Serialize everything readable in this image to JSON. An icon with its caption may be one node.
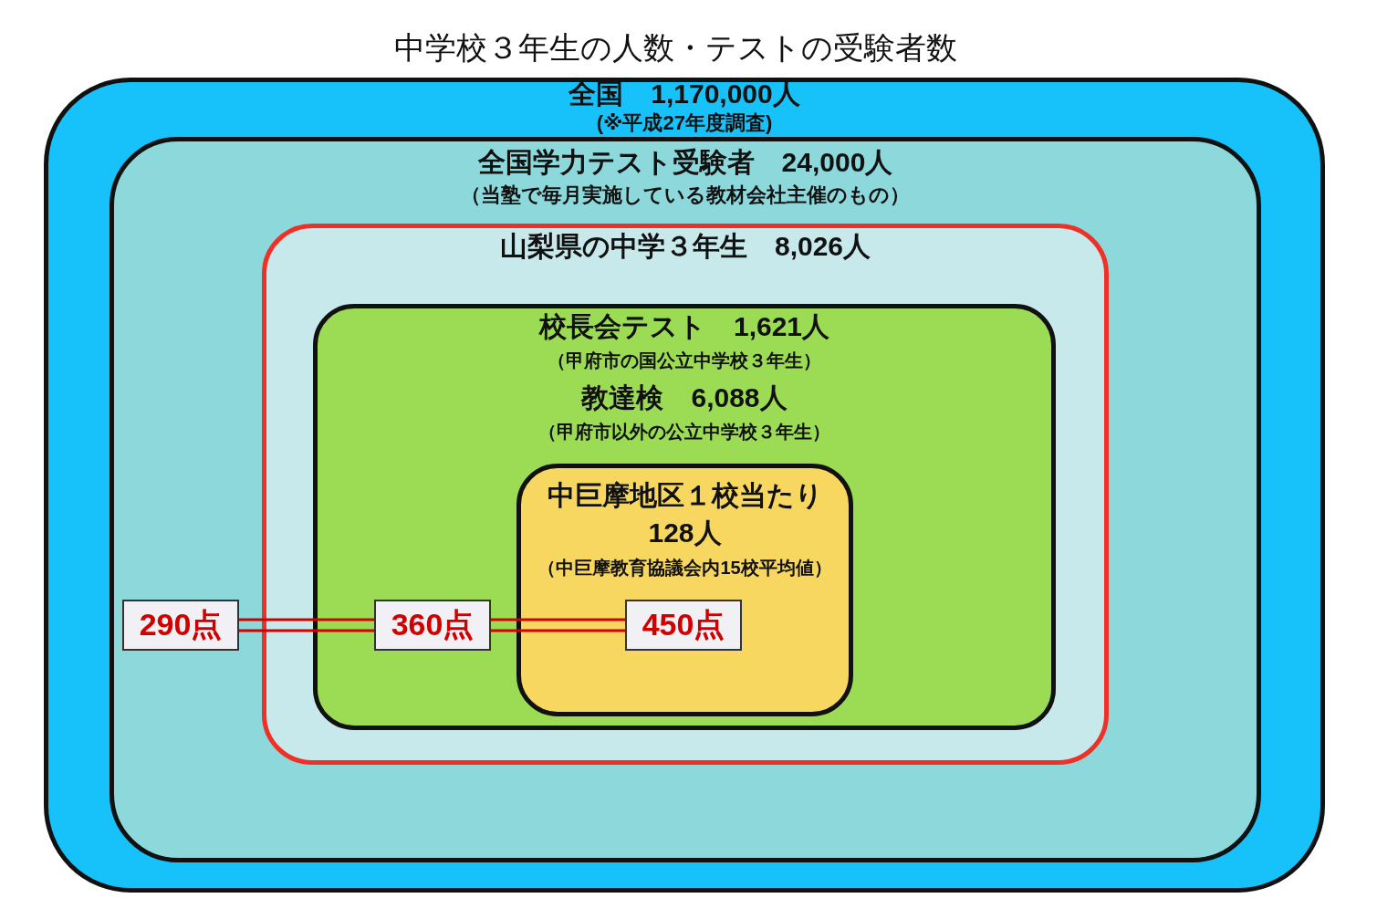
{
  "diagram": {
    "title": "中学校３年生の人数・テストの受験者数",
    "nodes": [
      {
        "text": [
          "全国　1,170,000人",
          "(※平成27年度調査)"
        ]
      },
      {
        "text": [
          "全国学力テスト受験者　24,000人",
          "（当塾で毎月実施している教材会社主催のもの）"
        ],
        "in": 0
      },
      {
        "text": [
          "山梨県の中学３年生　8,026人"
        ],
        "in": 1
      },
      {
        "text": [
          "校長会テスト　1,621人",
          "（甲府市の国公立中学校３年生）",
          "教達検　6,088人",
          "（甲府市以外の公立中学校３年生）"
        ],
        "in": 2
      },
      {
        "text": [
          "中巨摩地区１校当たり",
          "128人",
          "（中巨摩教育協議会内15校平均値）"
        ],
        "in": 3
      },
      {
        "text": [
          "290点"
        ],
        "in": 1
      },
      {
        "text": [
          "360点"
        ],
        "in": 3
      },
      {
        "text": [
          "450点"
        ],
        "in": 4
      }
    ],
    "edges": [
      {
        "from": 5,
        "to": 6,
        "arrow": "none"
      },
      {
        "from": 6,
        "to": 7,
        "arrow": "none"
      }
    ]
  }
}
